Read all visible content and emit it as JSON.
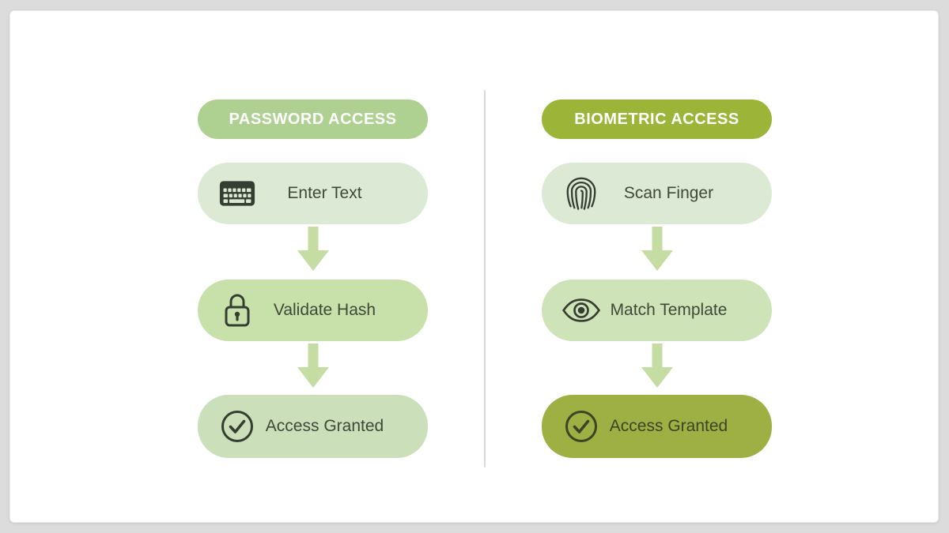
{
  "page": {
    "background": "#dcdcdc",
    "card_background": "#ffffff",
    "divider_color": "#d9d9d9"
  },
  "arrow_color": "#c5dca2",
  "columns": [
    {
      "id": "password",
      "header": {
        "label": "PASSWORD ACCESS",
        "bg": "#aed191",
        "text_color": "#ffffff"
      },
      "steps": [
        {
          "label": "Enter Text",
          "icon": "keyboard-icon",
          "bg": "#dce9d5",
          "text_color": "#3e4937"
        },
        {
          "label": "Validate Hash",
          "icon": "lock-icon",
          "bg": "#c8e0a9",
          "text_color": "#3e4937"
        },
        {
          "label": "Access Granted",
          "icon": "check-circle-icon",
          "bg": "#cadfba",
          "text_color": "#3e4937"
        }
      ]
    },
    {
      "id": "biometric",
      "header": {
        "label": "BIOMETRIC ACCESS",
        "bg": "#9cb437",
        "text_color": "#ffffff"
      },
      "steps": [
        {
          "label": "Scan Finger",
          "icon": "fingerprint-icon",
          "bg": "#dce9d5",
          "text_color": "#3e4937"
        },
        {
          "label": "Match Template",
          "icon": "eye-icon",
          "bg": "#cfe3b8",
          "text_color": "#3e4937"
        },
        {
          "label": "Access Granted",
          "icon": "check-circle-icon",
          "bg": "#9eb044",
          "text_color": "#3b4526"
        }
      ]
    }
  ]
}
